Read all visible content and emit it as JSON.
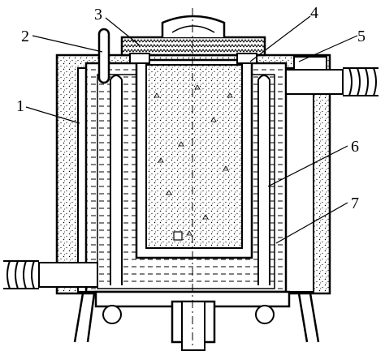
{
  "labels": {
    "l1": "1",
    "l2": "2",
    "l3": "3",
    "l4": "4",
    "l5": "5",
    "l6": "6",
    "l7": "7"
  },
  "colors": {
    "line": "#000000",
    "background": "#ffffff",
    "stipple": "#000000"
  }
}
